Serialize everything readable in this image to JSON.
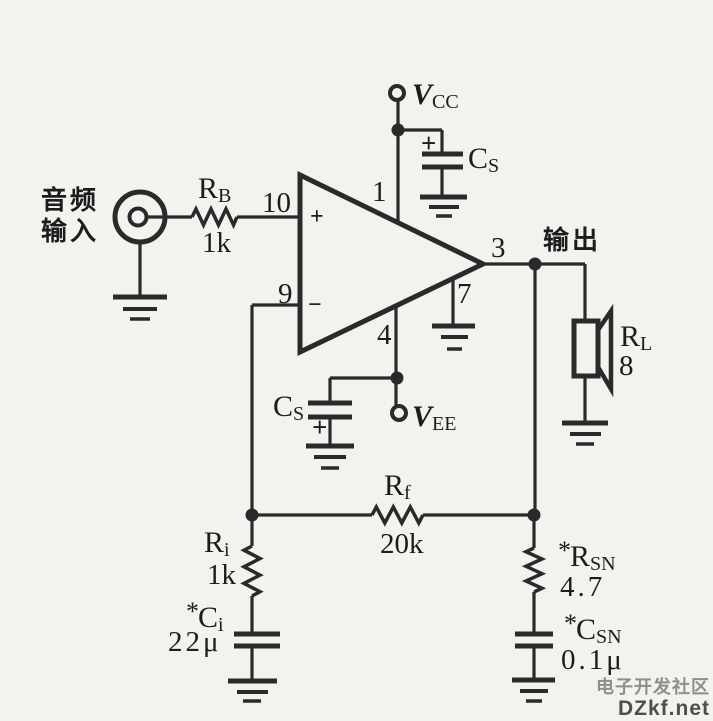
{
  "schematic": {
    "input": {
      "line1": "音频",
      "line2": "输入"
    },
    "output_label": "输出",
    "opamp": {
      "pin1": "1",
      "pin3": "3",
      "pin4": "4",
      "pin7": "7",
      "pin9": "9",
      "pin10": "10",
      "noninverting_sign": "+",
      "inverting_sign": "−"
    },
    "vcc": {
      "main": "V",
      "sub": "CC"
    },
    "vee": {
      "main": "V",
      "sub": "EE"
    },
    "rb": {
      "main": "R",
      "sub": "B",
      "value": "1k"
    },
    "cs_top": {
      "main": "C",
      "sub": "S",
      "polarity": "+"
    },
    "cs_bottom": {
      "main": "C",
      "sub": "S",
      "polarity": "+"
    },
    "rl": {
      "main": "R",
      "sub": "L",
      "value": "8"
    },
    "rf": {
      "main": "R",
      "sub": "f",
      "value": "20k"
    },
    "ri": {
      "main": "R",
      "sub": "i",
      "value": "1k"
    },
    "ci": {
      "star": "*",
      "main": "C",
      "sub": "i",
      "value": "22μ"
    },
    "rsn": {
      "star": "*",
      "main": "R",
      "sub": "SN",
      "value": "4.7"
    },
    "csn": {
      "star": "*",
      "main": "C",
      "sub": "SN",
      "value": "0.1μ"
    },
    "watermark": {
      "site_name": "电子开发社区",
      "site_logo": "DZkf.net"
    }
  },
  "colors": {
    "line": "#2a2a2a",
    "text": "#1c1c1c",
    "background": "#f3f2ee",
    "watermark_name": "#8e8e8e",
    "watermark_logo": "#4e4e4e"
  }
}
